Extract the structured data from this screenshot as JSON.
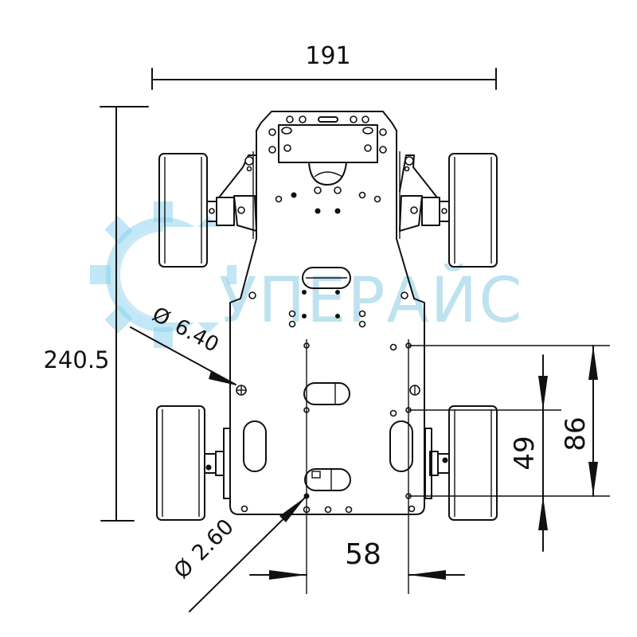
{
  "drawing": {
    "type": "technical-dimension-drawing",
    "subject": "4-wheel robot car chassis, top view",
    "line_color": "#111111",
    "background": "#ffffff"
  },
  "dimensions": {
    "overall_width": {
      "value": "191",
      "orientation": "horizontal"
    },
    "overall_length": {
      "value": "240.5",
      "orientation": "vertical"
    },
    "mount_hole_large": {
      "symbol": "Ø",
      "value": "6.40"
    },
    "mount_hole_small": {
      "symbol": "Ø",
      "value": "2.60"
    },
    "hole_spacing_x": {
      "value": "58"
    },
    "hole_spacing_y_inner": {
      "value": "49"
    },
    "hole_spacing_y_outer": {
      "value": "86"
    }
  },
  "watermark": {
    "text": "УПЕРАЙС",
    "icon": "gear-icon",
    "color": "#8fd3ee"
  }
}
